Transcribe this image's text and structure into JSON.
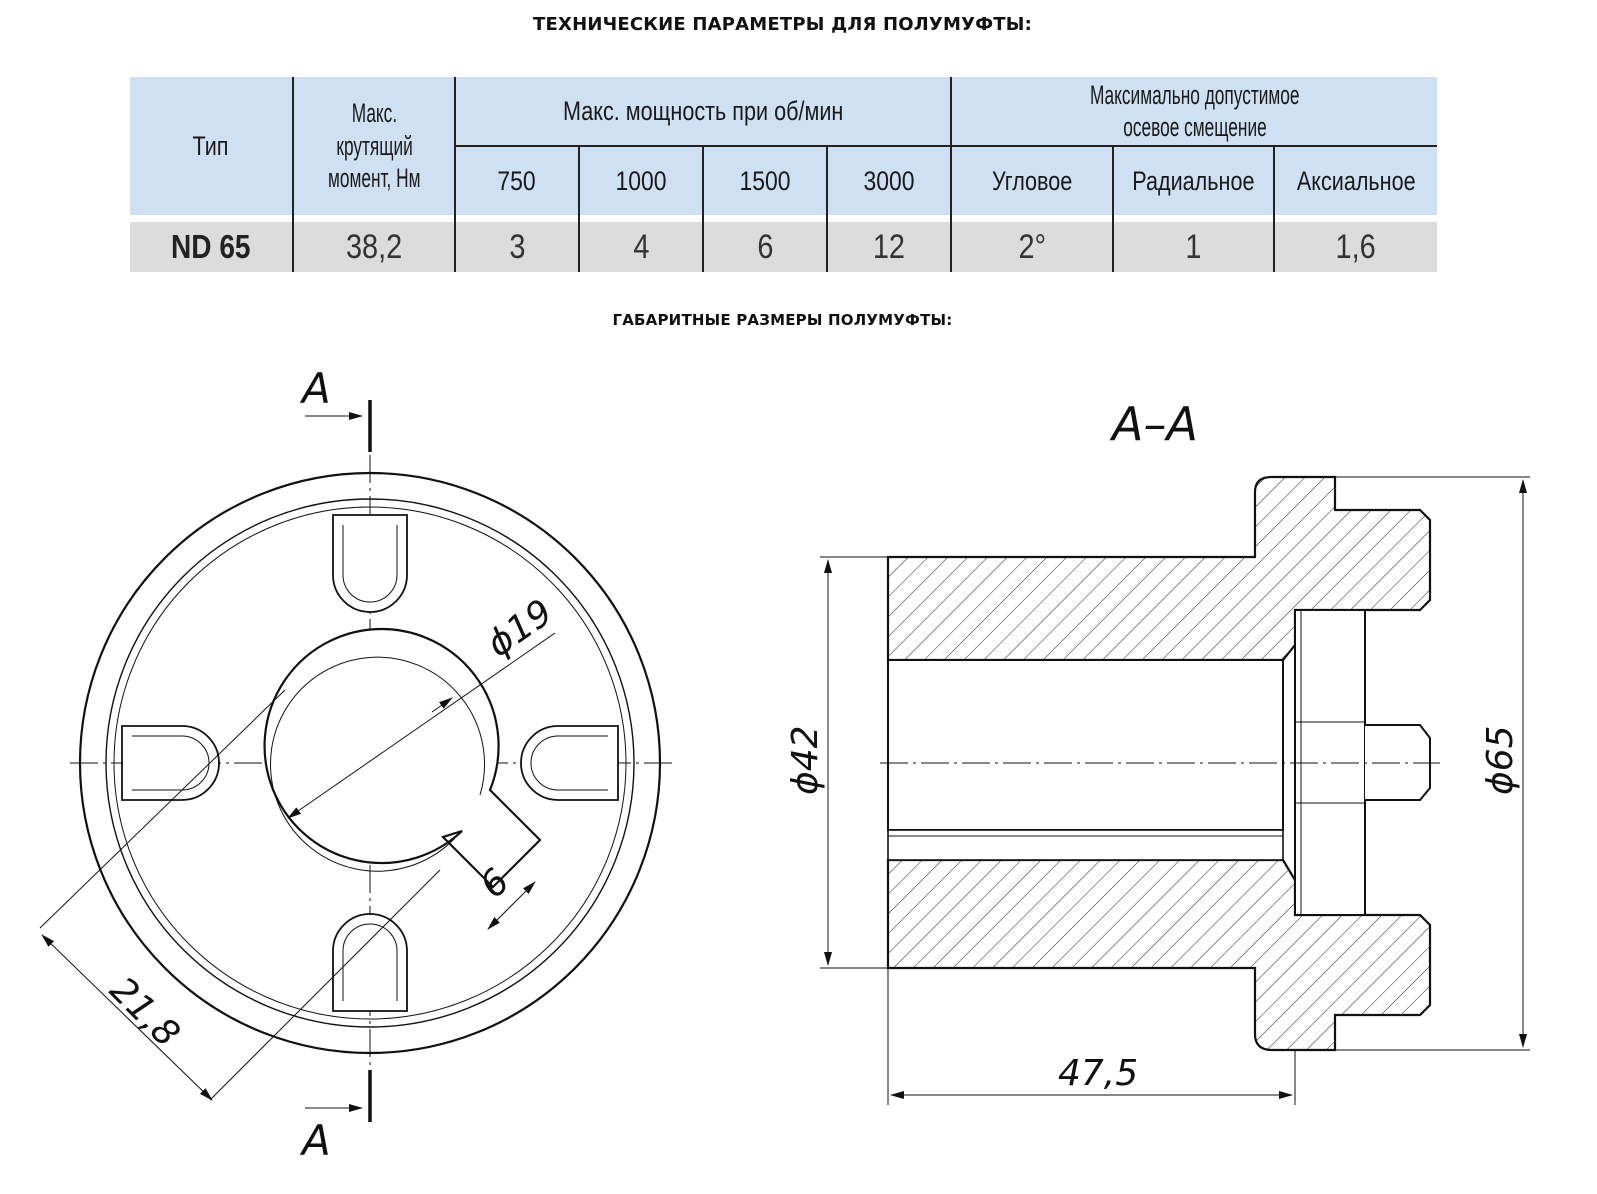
{
  "headings": {
    "tech_params": "ТЕХНИЧЕСКИЕ ПАРАМЕТРЫ ДЛЯ ПОЛУМУФТЫ:",
    "dimensions": "ГАБАРИТНЫЕ РАЗМЕРЫ ПОЛУМУФТЫ:"
  },
  "table": {
    "headers": {
      "type": "Тип",
      "torque": [
        "Макс.",
        "крутящий",
        "момент, Нм"
      ],
      "power": "Макс. мощность при об/мин",
      "rpm": [
        "750",
        "1000",
        "1500",
        "3000"
      ],
      "misalignment": [
        "Максимально допустимое",
        "осевое смещение"
      ],
      "mis_types": [
        "Угловое",
        "Радиальное",
        "Аксиальное"
      ]
    },
    "rows": [
      {
        "type": "ND 65",
        "torque": "38,2",
        "power": [
          "3",
          "4",
          "6",
          "12"
        ],
        "misalignment": [
          "2°",
          "1",
          "1,6"
        ]
      }
    ]
  },
  "drawing": {
    "section_mark": "A",
    "section_title": "A–A",
    "dims": {
      "bore": "ϕ19",
      "key": "6",
      "key_depth": "21,8",
      "hub": "ϕ42",
      "outer": "ϕ65",
      "length": "47,5"
    }
  }
}
